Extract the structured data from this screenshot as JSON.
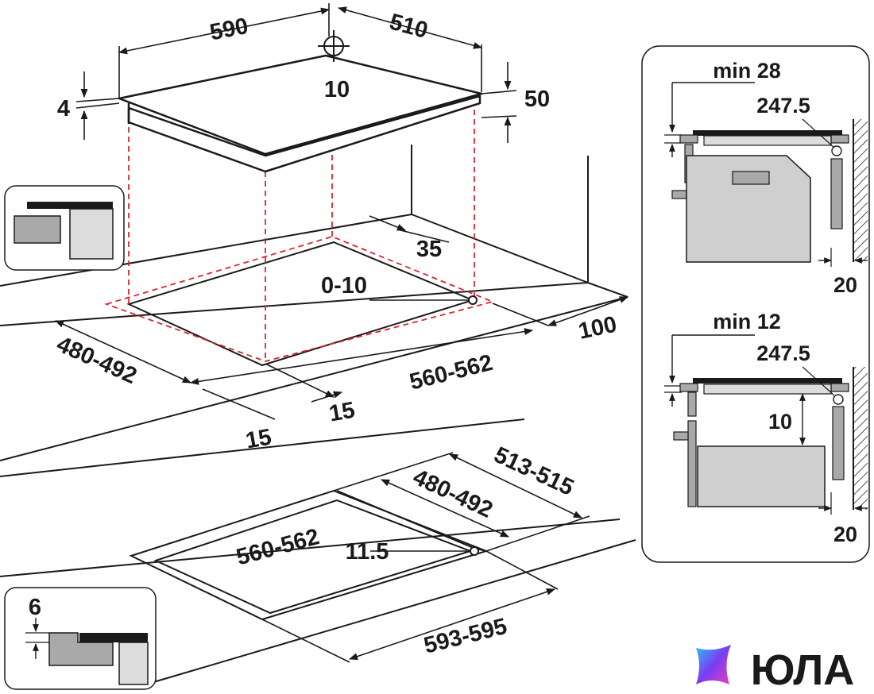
{
  "hob": {
    "width": "590",
    "depth": "510",
    "thickness": "4",
    "height": "50",
    "screw": "10"
  },
  "cutout_flush": {
    "depth": "480-492",
    "width": "560-562",
    "rear_gap": "35",
    "range": "0-10",
    "side_front": "15",
    "side_left": "15",
    "back": "100"
  },
  "cutout_recessed": {
    "outer_depth": "513-515",
    "inner_depth": "480-492",
    "inner_width": "560-562",
    "radius": "11.5",
    "outer_width": "593-595"
  },
  "section_top": {
    "min_label": "min 28",
    "offset": "247.5",
    "wall": "20"
  },
  "section_bottom": {
    "min_label": "min 12",
    "offset": "247.5",
    "gap": "10",
    "wall": "20"
  },
  "inset_recessed": {
    "depth": "6"
  },
  "brand": {
    "name": "ЮЛА",
    "colors": [
      "#29c4f6",
      "#7a3cf2",
      "#e83fb8"
    ]
  }
}
